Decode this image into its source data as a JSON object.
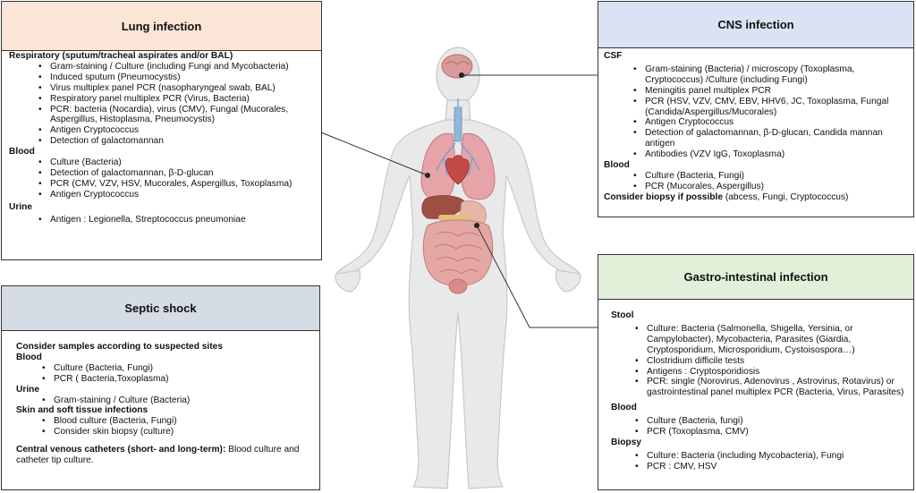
{
  "lung": {
    "title": "Lung infection",
    "respiratory_head": "Respiratory (sputum/tracheal aspirates and/or BAL)",
    "respiratory_items": [
      "Gram-staining / Culture (including Fungi and Mycobacteria)",
      "Induced sputum (Pneumocystis)",
      "Virus multiplex panel PCR (nasopharyngeal swab, BAL)",
      "Respiratory panel multiplex PCR (Virus, Bacteria)",
      "PCR: bacteria (Nocardia), virus (CMV), Fungal (Mucorales, Aspergillus, Histoplasma, Pneumocystis)",
      "Antigen Cryptococcus",
      "Detection of galactomannan"
    ],
    "blood_head": "Blood",
    "blood_items": [
      "Culture (Bacteria)",
      "Detection of galactomannan, β-D-glucan",
      "PCR (CMV, VZV, HSV, Mucorales, Aspergillus, Toxoplasma)",
      "Antigen Cryptococcus"
    ],
    "urine_head": "Urine",
    "urine_items": [
      "Antigen : Legionella, Streptococcus pneumoniae"
    ]
  },
  "cns": {
    "title": "CNS infection",
    "csf_head": "CSF",
    "csf_items": [
      "Gram-staining (Bacteria) / microscopy (Toxoplasma, Cryptococcus) /Culture (including Fungi)",
      "Meningitis panel multiplex PCR",
      "PCR (HSV, VZV, CMV, EBV, HHV6, JC, Toxoplasma, Fungal (Candida/Aspergillus/Mucorales)",
      "Antigen Cryptococcus",
      "Detection of galactomannan, β-D-glucan, Candida mannan antigen",
      "Antibodies (VZV IgG, Toxoplasma)"
    ],
    "blood_head": "Blood",
    "blood_items": [
      "Culture (Bacteria, Fungi)",
      "PCR (Mucorales, Aspergillus)"
    ],
    "biopsy_bold": "Consider biopsy if possible",
    "biopsy_rest": " (abcess, Fungi, Cryptococcus)"
  },
  "septic": {
    "title": "Septic shock",
    "intro": "Consider samples according to suspected sites",
    "blood_head": "Blood",
    "blood_items": [
      "Culture (Bacteria, Fungi)",
      "PCR ( Bacteria,Toxoplasma)"
    ],
    "urine_head": "Urine",
    "urine_items": [
      "Gram-staining / Culture (Bacteria)"
    ],
    "skin_head": "Skin and soft tissue infections",
    "skin_items": [
      "Blood culture (Bacteria, Fungi)",
      "Consider skin biopsy (culture)"
    ],
    "cvc_bold": "Central venous catheters (short- and long-term):",
    "cvc_rest": " Blood culture and catheter tip culture."
  },
  "gi": {
    "title": "Gastro-intestinal infection",
    "stool_head": "Stool",
    "stool_items": [
      "Culture: Bacteria (Salmonella, Shigella, Yersinia, or Campylobacter), Mycobacteria, Parasites (Giardia, Cryptosporidium, Microsporidium, Cystoisospora…)",
      "Clostridium difficile tests",
      "Antigens : Cryptosporidiosis",
      "PCR: single (Norovirus, Adenovirus , Astrovirus, Rotavirus) or gastrointestinal panel multiplex PCR (Bacteria, Virus, Parasites)"
    ],
    "blood_head": "Blood",
    "blood_items": [
      "Culture (Bacteria, fungi)",
      "PCR (Toxoplasma, CMV)"
    ],
    "biopsy_head": "Biopsy",
    "biopsy_items": [
      "Culture: Bacteria (including Mycobacteria), Fungi",
      "PCR : CMV, HSV"
    ]
  },
  "colors": {
    "lung_header": "#fbe5d6",
    "cns_header": "#dae3f3",
    "septic_header": "#d6dce5",
    "gi_header": "#e2efd9",
    "skin": "#e9e9e9",
    "skin_stroke": "#c9c9c9"
  }
}
